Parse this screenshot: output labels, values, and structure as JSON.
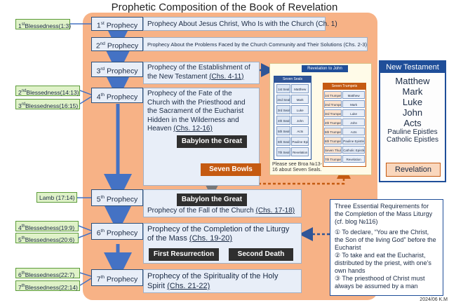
{
  "title": "Prophetic Composition of the Book of Revelation",
  "credit": "2024/06 K.M",
  "blessedness": [
    {
      "label": "1st Blessedness",
      "ord": "1",
      "sup": "st",
      "name": "Blessedness",
      "ref": "(1:3)"
    },
    {
      "ord": "2",
      "sup": "nd",
      "name": "Blessedness",
      "ref": "(14:13)"
    },
    {
      "ord": "3",
      "sup": "rd",
      "name": "Blessedness",
      "ref": "(16:15)"
    },
    {
      "ord": "4",
      "sup": "th",
      "name": "Blessedness",
      "ref": "(19:9)"
    },
    {
      "ord": "5",
      "sup": "th",
      "name": "Blessedness",
      "ref": "(20:6)"
    },
    {
      "ord": "6",
      "sup": "th",
      "name": "Blessedness",
      "ref": "(22:7)"
    },
    {
      "ord": "7",
      "sup": "th",
      "name": "Blessedness",
      "ref": "(22:14)"
    }
  ],
  "lamb": {
    "name": "Lamb",
    "ref": "(17:14)"
  },
  "prophecies": [
    {
      "ord": "1",
      "sup": "st",
      "name": "Prophecy",
      "desc": "Prophecy About Jesus Christ, Who Is with the Church",
      "ref": "(Ch. 1)"
    },
    {
      "ord": "2",
      "sup": "nd",
      "name": "Prophecy",
      "desc": "Prophecy About the Problems Faced by the Church Community and Their Solutions",
      "ref": "(Chs. 2-3)"
    },
    {
      "ord": "3",
      "sup": "rd",
      "name": "Prophecy",
      "desc": "Prophecy of the Establishment of the New Testament",
      "ref": "(Chs. 4-11)"
    },
    {
      "ord": "4",
      "sup": "th",
      "name": "Prophecy",
      "desc": "Prophecy of the Fate of the Church with the Priesthood and the Sacrament of the Eucharist Hidden in the Wilderness and Heaven",
      "ref": "(Chs. 12-16)"
    },
    {
      "ord": "5",
      "sup": "th",
      "name": "Prophecy",
      "desc": "Prophecy of the Fall of the Church",
      "ref": "(Chs. 17-18)"
    },
    {
      "ord": "6",
      "sup": "th",
      "name": "Prophecy",
      "desc": "Prophecy of the Completion of the Liturgy of the Mass",
      "ref": "(Chs. 19-20)"
    },
    {
      "ord": "7",
      "sup": "th",
      "name": "Prophecy",
      "desc": "Prophecy of the Spirituality of the Holy Spirit",
      "ref": "(Chs. 21-22)"
    }
  ],
  "labels": {
    "babylon1": "Babylon the Great",
    "babylon2": "Babylon the Great",
    "seven_bowls": "Seven Bowls",
    "first_resurrection": "First Resurrection",
    "second_death": "Second Death"
  },
  "revelation_panel": {
    "title": "Revelation to John",
    "seals_header": "Seven Seals",
    "trumpets_header": "Seven Trumpets",
    "seals": [
      {
        "n": "1st Seal",
        "book": "Matthew"
      },
      {
        "n": "2nd Seal",
        "book": "Mark"
      },
      {
        "n": "3rd Seal",
        "book": "Luke"
      },
      {
        "n": "4th Seal",
        "book": "John"
      },
      {
        "n": "5th Seal",
        "book": "Acts"
      },
      {
        "n": "6th Seal",
        "book": "Pauline Epistles"
      },
      {
        "n": "7th Seal",
        "book": "Revelation"
      }
    ],
    "trumpets": [
      {
        "n": "1st Trumpet",
        "book": "Matthew"
      },
      {
        "n": "2nd Trumpet",
        "book": "Mark"
      },
      {
        "n": "3rd Trumpet",
        "book": "Luke"
      },
      {
        "n": "4th Trumpet",
        "book": "John"
      },
      {
        "n": "5th Trumpet",
        "book": "Acts"
      },
      {
        "n": "6th Trumpet",
        "book": "Pauline Epistles"
      },
      {
        "n": "Seven Thunders",
        "book": "Catholic Epistles"
      },
      {
        "n": "7th Trumpet",
        "book": "Revelation"
      }
    ],
    "note": "Please see Broa №13-16 about Seven Seals."
  },
  "new_testament": {
    "title": "New Testament",
    "books": [
      "Matthew",
      "Mark",
      "Luke",
      "John",
      "Acts"
    ],
    "small": [
      "Pauline Epistles",
      "Catholic Epistles"
    ],
    "revelation": "Revelation"
  },
  "requirements": {
    "title": "Three Essential Requirements for the Completion of the Mass Liturgy",
    "ref": "(cf. blog №116)",
    "items": [
      "① To declare, “You are the Christ, the Son of the living God” before the Eucharist",
      "② To take and eat the Eucharist, distributed by the priest, with one’s own hands",
      "③ The priesthood of Christ must always be assumed by a man"
    ]
  },
  "colors": {
    "orange_bg": "#f7b286",
    "blue": "#1f4e99",
    "green_bg": "#dff2c8",
    "bowls": "#c55a11",
    "dark": "#2f2f2f"
  }
}
